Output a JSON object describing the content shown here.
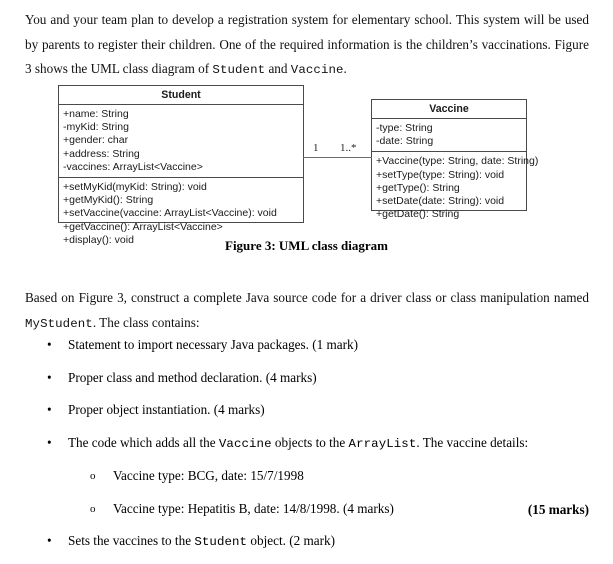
{
  "document": {
    "intro_paragraph": {
      "part1": "You and your team plan to develop a registration system for elementary school. This system will be used by parents to register their children. One of the required information is the children’s vaccinations. Figure 3 shows the UML class diagram of ",
      "code1": "Student",
      "part2": " and ",
      "code2": "Vaccine",
      "part3": "."
    },
    "figure": {
      "caption": "Figure 3: UML class diagram",
      "student_class": {
        "title": "Student",
        "attributes": [
          "+name: String",
          "-myKid: String",
          "+gender: char",
          "+address: String",
          "-vaccines: ArrayList<Vaccine>"
        ],
        "methods": [
          "+setMyKid(myKid: String): void",
          "+getMyKid(): String",
          "+setVaccine(vaccine: ArrayList<Vaccine): void",
          "+getVaccine(): ArrayList<Vaccine>",
          "+display(): void"
        ]
      },
      "vaccine_class": {
        "title": "Vaccine",
        "attributes": [
          "-type: String",
          "-date: String"
        ],
        "methods": [
          "+Vaccine(type: String, date: String)",
          "+setType(type: String): void",
          "+getType(): String",
          "+setDate(date: String): void",
          "+getDate(): String"
        ]
      },
      "association": {
        "left_multiplicity": "1",
        "right_multiplicity": "1..*"
      }
    },
    "task_paragraph": {
      "part1": "Based on Figure 3, construct a complete Java source code for a driver class or class manipulation named ",
      "code1": "MyStudent",
      "part2": ". The class contains:"
    },
    "requirements": [
      {
        "marker": "•",
        "level": 1,
        "segments": [
          {
            "type": "text",
            "value": "Statement to import necessary Java packages. (1 mark)"
          }
        ]
      },
      {
        "marker": "•",
        "level": 1,
        "segments": [
          {
            "type": "text",
            "value": "Proper class and method declaration. (4 marks)"
          }
        ]
      },
      {
        "marker": "•",
        "level": 1,
        "segments": [
          {
            "type": "text",
            "value": "Proper object instantiation. (4 marks)"
          }
        ]
      },
      {
        "marker": "•",
        "level": 1,
        "segments": [
          {
            "type": "text",
            "value": "The code which adds all the "
          },
          {
            "type": "code",
            "value": "Vaccine"
          },
          {
            "type": "text",
            "value": " objects to the "
          },
          {
            "type": "code",
            "value": "ArrayList"
          },
          {
            "type": "text",
            "value": ". The vaccine details:"
          }
        ]
      },
      {
        "marker": "o",
        "level": 2,
        "segments": [
          {
            "type": "text",
            "value": "Vaccine type: BCG, date: 15/7/1998"
          }
        ]
      },
      {
        "marker": "o",
        "level": 2,
        "segments": [
          {
            "type": "text",
            "value": "Vaccine type: Hepatitis B, date: 14/8/1998. (4 marks)"
          }
        ]
      },
      {
        "marker": "•",
        "level": 1,
        "segments": [
          {
            "type": "text",
            "value": "Sets the vaccines to the "
          },
          {
            "type": "code",
            "value": "Student"
          },
          {
            "type": "text",
            "value": " object. (2 mark)"
          }
        ]
      }
    ],
    "total_marks": "(15 marks)"
  }
}
